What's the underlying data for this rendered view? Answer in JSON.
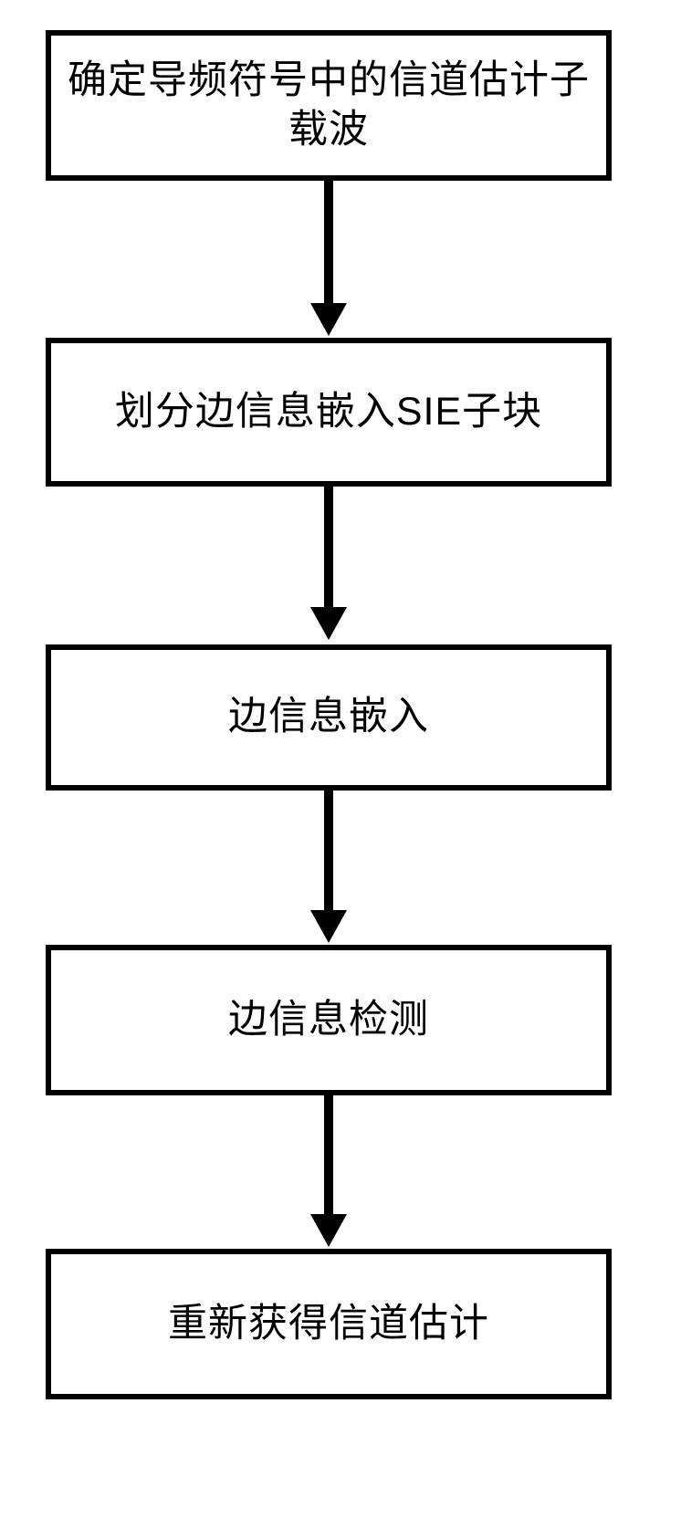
{
  "diagram": {
    "type": "flowchart",
    "orientation": "vertical",
    "colors": {
      "stroke": "#000000",
      "fill": "#ffffff",
      "text": "#000000"
    },
    "nodes": [
      {
        "id": "node-0",
        "label": "确定导频符号中的信道估计子载波"
      },
      {
        "id": "node-1",
        "label": "划分边信息嵌入SIE子块"
      },
      {
        "id": "node-2",
        "label": "边信息嵌入"
      },
      {
        "id": "node-3",
        "label": "边信息检测"
      },
      {
        "id": "node-4",
        "label": "重新获得信道估计"
      }
    ],
    "connectors": [
      {
        "id": "conn-0",
        "from": "node-0",
        "to": "node-1",
        "arrow": "down"
      },
      {
        "id": "conn-1",
        "from": "node-1",
        "to": "node-2",
        "arrow": "down"
      },
      {
        "id": "conn-2",
        "from": "node-2",
        "to": "node-3",
        "arrow": "down"
      },
      {
        "id": "conn-3",
        "from": "node-3",
        "to": "node-4",
        "arrow": "down"
      }
    ]
  }
}
